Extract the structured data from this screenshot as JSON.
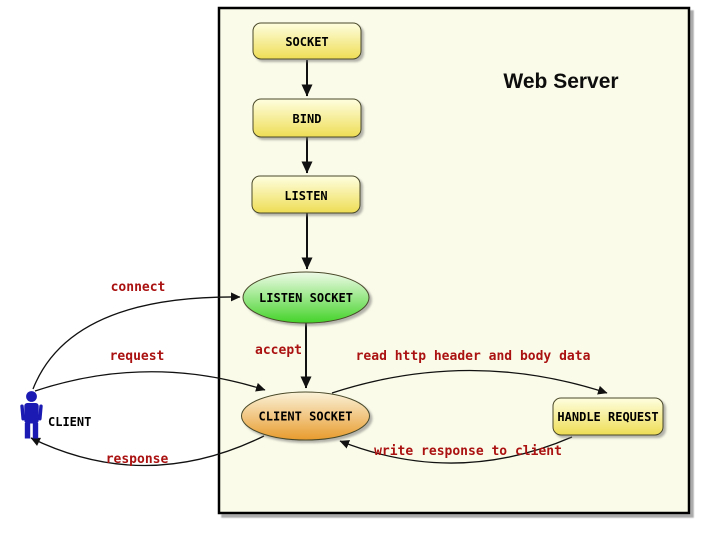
{
  "diagram": {
    "title": "Web Server",
    "nodes": {
      "socket": "SOCKET",
      "bind": "BIND",
      "listen": "LISTEN",
      "listen_socket": "LISTEN SOCKET",
      "client_socket": "CLIENT SOCKET",
      "handle_request": "HANDLE REQUEST"
    },
    "actor": {
      "label": "CLIENT"
    },
    "edges": {
      "connect": "connect",
      "request": "request",
      "response": "response",
      "accept": "accept",
      "read": "read http header and body data",
      "write": "write response to client"
    },
    "colors": {
      "canvas_bg": "#ffffff",
      "panel_bg": "#fbfbe9",
      "panel_border": "#000000",
      "node_border": "#4a4a2a",
      "yellow_top": "#fefee0",
      "yellow_bottom": "#eedd55",
      "green_top": "#effbe8",
      "green_bottom": "#45d32a",
      "orange_top": "#faf2d9",
      "orange_bottom": "#e89b2d",
      "edge_label": "#aa1111",
      "arrow": "#111111",
      "client_figure": "#1b1bb3"
    }
  }
}
